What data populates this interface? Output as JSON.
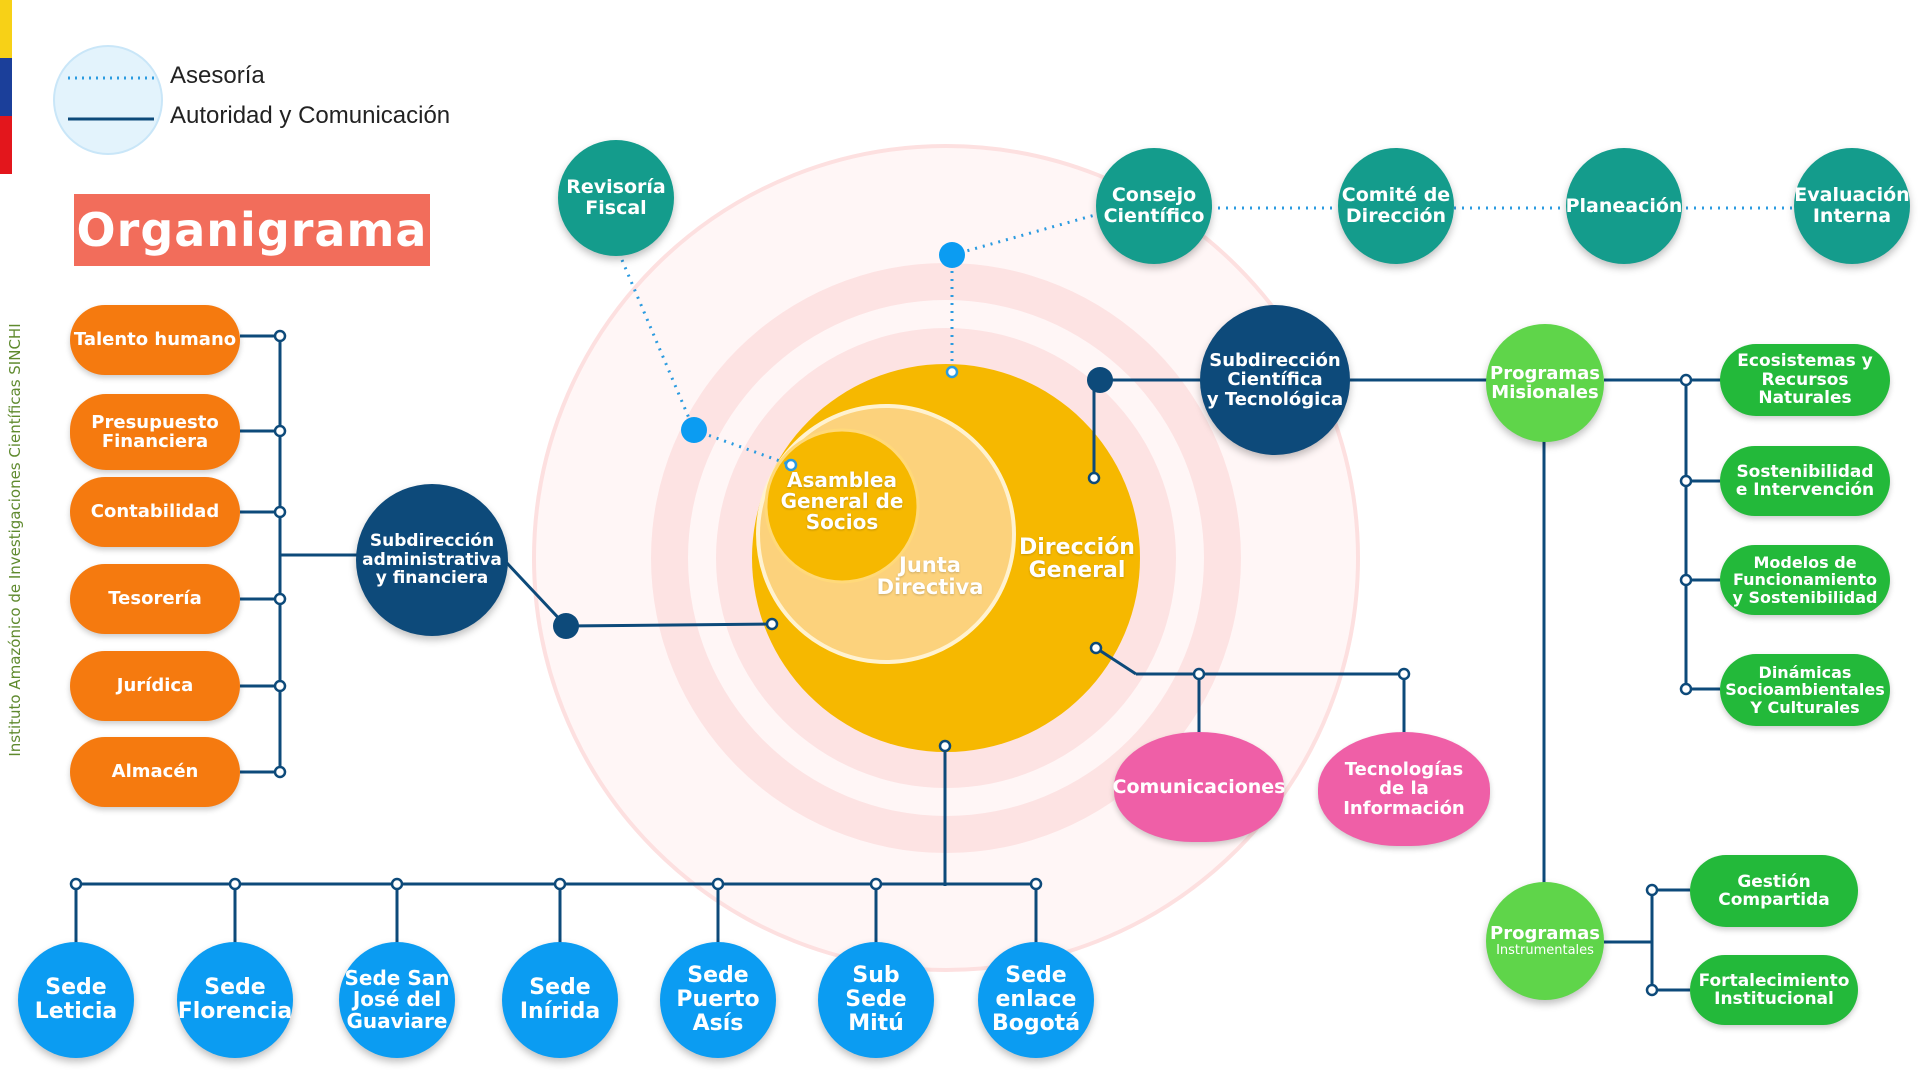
{
  "side_text": "Instituto Amazónico de Investigaciones Científicas SINCHI",
  "legend": {
    "advisory_label": "Asesoría",
    "authority_label": "Autoridad y Comunicación"
  },
  "title": "Organigrama",
  "core": {
    "assembly": "Asamblea\nGeneral de\nSocios",
    "board": "Junta\nDirectiva",
    "director": "Dirección\nGeneral"
  },
  "advisory": {
    "fiscal": "Revisoría\nFiscal",
    "scientific_council": "Consejo\nCientífico",
    "direction_committee": "Comité de\nDirección",
    "planning": "Planeación",
    "internal_evaluation": "Evaluación\nInterna"
  },
  "subdirections": {
    "scientific": "Subdirección\nCientífica\ny Tecnológica",
    "administrative": "Subdirección\nadministrativa\ny financiera"
  },
  "admin_units": [
    "Talento humano",
    "Presupuesto\nFinanciera",
    "Contabilidad",
    "Tesorería",
    "Jurídica",
    "Almacén"
  ],
  "support_units": {
    "communications": "Comunicaciones",
    "it": "Tecnologías\nde la\nInformación"
  },
  "programs": {
    "missional": "Programas\nMisionales",
    "instrumental": "Programas",
    "instrumental_sub": "Instrumentales"
  },
  "missional_programs": [
    "Ecosistemas y\nRecursos\nNaturales",
    "Sostenibilidad\ne Intervención",
    "Modelos de\nFuncionamiento\ny Sostenibilidad",
    "Dinámicas\nSocioambientales\nY Culturales"
  ],
  "instrumental_programs": [
    "Gestión\nCompartida",
    "Fortalecimiento\nInstitucional"
  ],
  "sites": [
    "Sede\nLeticia",
    "Sede\nFlorencia",
    "Sede San\nJosé del\nGuaviare",
    "Sede\nInírida",
    "Sede\nPuerto\nAsís",
    "Sub Sede\nMitú",
    "Sede\nenlace\nBogotá"
  ],
  "colors": {
    "navy": "#0d4a7a",
    "teal": "#149c8c",
    "orange": "#f57a0f",
    "green": "#23b93a",
    "lime": "#5fd54a",
    "blue": "#0b9cf2",
    "pink": "#ef5fa7",
    "gold": "#f6b800",
    "banner": "#f26d5b",
    "advisory_line": "#2b9be0"
  }
}
